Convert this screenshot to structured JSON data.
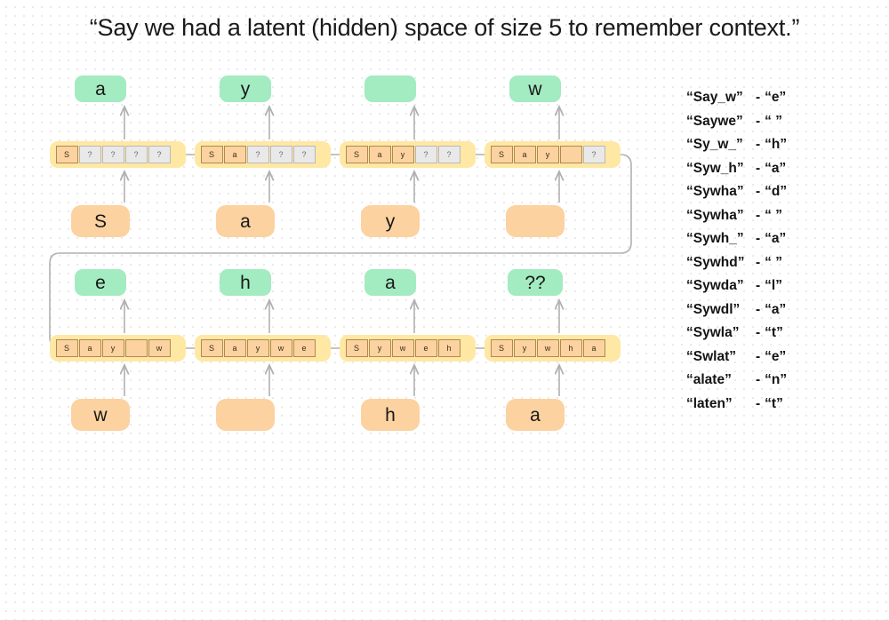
{
  "title": "“Say we had a latent (hidden) space of size 5 to remember context.”",
  "colors": {
    "background": "#ffffff",
    "dot_grid": "#e2e2e2",
    "output_green": "#a3ebc1",
    "input_peach": "#fbd2a0",
    "memory_strip_yellow": "#ffe8a3",
    "memory_cell_filled": "#fbd2a0",
    "memory_cell_filled_border": "#b08a50",
    "memory_cell_empty": "#e9e9e9",
    "memory_cell_empty_border": "#b9b9b9",
    "arrow_gray": "#b0b0b0",
    "text": "#141414"
  },
  "diagram": {
    "latent_size": 5,
    "rows": [
      {
        "row_index": 0,
        "units": [
          {
            "input": "S",
            "output": "a",
            "memory": [
              {
                "value": "S",
                "state": "filled"
              },
              {
                "value": "?",
                "state": "empty"
              },
              {
                "value": "?",
                "state": "empty"
              },
              {
                "value": "?",
                "state": "empty"
              },
              {
                "value": "?",
                "state": "empty"
              }
            ]
          },
          {
            "input": "a",
            "output": "y",
            "memory": [
              {
                "value": "S",
                "state": "filled"
              },
              {
                "value": "a",
                "state": "filled"
              },
              {
                "value": "?",
                "state": "empty"
              },
              {
                "value": "?",
                "state": "empty"
              },
              {
                "value": "?",
                "state": "empty"
              }
            ]
          },
          {
            "input": "y",
            "output": " ",
            "memory": [
              {
                "value": "S",
                "state": "filled"
              },
              {
                "value": "a",
                "state": "filled"
              },
              {
                "value": "y",
                "state": "filled"
              },
              {
                "value": "?",
                "state": "empty"
              },
              {
                "value": "?",
                "state": "empty"
              }
            ]
          },
          {
            "input": " ",
            "output": "w",
            "memory": [
              {
                "value": "S",
                "state": "filled"
              },
              {
                "value": "a",
                "state": "filled"
              },
              {
                "value": "y",
                "state": "filled"
              },
              {
                "value": " ",
                "state": "filled"
              },
              {
                "value": "?",
                "state": "empty"
              }
            ]
          }
        ]
      },
      {
        "row_index": 1,
        "units": [
          {
            "input": "w",
            "output": "e",
            "memory": [
              {
                "value": "S",
                "state": "filled"
              },
              {
                "value": "a",
                "state": "filled"
              },
              {
                "value": "y",
                "state": "filled"
              },
              {
                "value": " ",
                "state": "filled"
              },
              {
                "value": "w",
                "state": "filled"
              }
            ]
          },
          {
            "input": " ",
            "output": "h",
            "memory": [
              {
                "value": "S",
                "state": "filled"
              },
              {
                "value": "a",
                "state": "filled"
              },
              {
                "value": "y",
                "state": "filled"
              },
              {
                "value": "w",
                "state": "filled"
              },
              {
                "value": "e",
                "state": "filled"
              }
            ]
          },
          {
            "input": "h",
            "output": "a",
            "memory": [
              {
                "value": "S",
                "state": "filled"
              },
              {
                "value": "y",
                "state": "filled"
              },
              {
                "value": "w",
                "state": "filled"
              },
              {
                "value": "e",
                "state": "filled"
              },
              {
                "value": "h",
                "state": "filled"
              }
            ]
          },
          {
            "input": "a",
            "output": "??",
            "memory": [
              {
                "value": "S",
                "state": "filled"
              },
              {
                "value": "y",
                "state": "filled"
              },
              {
                "value": "w",
                "state": "filled"
              },
              {
                "value": "h",
                "state": "filled"
              },
              {
                "value": "a",
                "state": "filled"
              }
            ]
          }
        ]
      }
    ]
  },
  "sequence_list": [
    {
      "context": "“Say_w”",
      "dash": "-",
      "next": "“e”"
    },
    {
      "context": "“Saywe”",
      "dash": "-",
      "next": "“ ”"
    },
    {
      "context": "“Sy_w_”",
      "dash": "-",
      "next": "“h”"
    },
    {
      "context": "“Syw_h”",
      "dash": "-",
      "next": "“a”"
    },
    {
      "context": "“Sywha”",
      "dash": "-",
      "next": "“d”"
    },
    {
      "context": "“Sywha”",
      "dash": "-",
      "next": "“ ”"
    },
    {
      "context": "“Sywh_”",
      "dash": "-",
      "next": "“a”"
    },
    {
      "context": "“Sywhd”",
      "dash": "-",
      "next": "“ ”"
    },
    {
      "context": "“Sywda”",
      "dash": "-",
      "next": "“l”"
    },
    {
      "context": "“Sywdl”",
      "dash": "-",
      "next": "“a”"
    },
    {
      "context": "“Sywla”",
      "dash": "-",
      "next": "“t”"
    },
    {
      "context": "“Swlat”",
      "dash": "-",
      "next": "“e”"
    },
    {
      "context": "“alate”",
      "dash": "-",
      "next": "“n”"
    },
    {
      "context": "“laten”",
      "dash": "-",
      "next": "“t”"
    }
  ]
}
